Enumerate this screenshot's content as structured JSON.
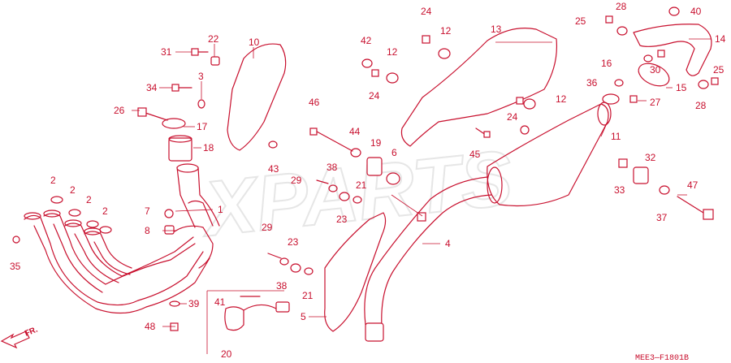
{
  "diagram": {
    "watermark": "XPARTS",
    "code": "MEE3—F1801B",
    "front_marker": "FR.",
    "callouts": [
      {
        "id": "c31",
        "label": "31"
      },
      {
        "id": "c22",
        "label": "22"
      },
      {
        "id": "c10",
        "label": "10"
      },
      {
        "id": "c34",
        "label": "34"
      },
      {
        "id": "c3",
        "label": "3"
      },
      {
        "id": "c26",
        "label": "26"
      },
      {
        "id": "c17",
        "label": "17"
      },
      {
        "id": "c18",
        "label": "18"
      },
      {
        "id": "c43",
        "label": "43"
      },
      {
        "id": "c2a",
        "label": "2"
      },
      {
        "id": "c2b",
        "label": "2"
      },
      {
        "id": "c2c",
        "label": "2"
      },
      {
        "id": "c2d",
        "label": "2"
      },
      {
        "id": "c7",
        "label": "7"
      },
      {
        "id": "c8",
        "label": "8"
      },
      {
        "id": "c1",
        "label": "1"
      },
      {
        "id": "c35",
        "label": "35"
      },
      {
        "id": "c39",
        "label": "39"
      },
      {
        "id": "c48",
        "label": "48"
      },
      {
        "id": "c41",
        "label": "41"
      },
      {
        "id": "c20",
        "label": "20"
      },
      {
        "id": "c46",
        "label": "46"
      },
      {
        "id": "c44",
        "label": "44"
      },
      {
        "id": "c19",
        "label": "19"
      },
      {
        "id": "c6",
        "label": "6"
      },
      {
        "id": "c29a",
        "label": "29"
      },
      {
        "id": "c38a",
        "label": "38"
      },
      {
        "id": "c21a",
        "label": "21"
      },
      {
        "id": "c23a",
        "label": "23"
      },
      {
        "id": "c29b",
        "label": "29"
      },
      {
        "id": "c23b",
        "label": "23"
      },
      {
        "id": "c38b",
        "label": "38"
      },
      {
        "id": "c21b",
        "label": "21"
      },
      {
        "id": "c5",
        "label": "5"
      },
      {
        "id": "c4",
        "label": "4"
      },
      {
        "id": "c42",
        "label": "42"
      },
      {
        "id": "c24a",
        "label": "24"
      },
      {
        "id": "c12a",
        "label": "12"
      },
      {
        "id": "c13",
        "label": "13"
      },
      {
        "id": "c12b",
        "label": "12"
      },
      {
        "id": "c24b",
        "label": "24"
      },
      {
        "id": "c45",
        "label": "45"
      },
      {
        "id": "c12c",
        "label": "12"
      },
      {
        "id": "c24c",
        "label": "24"
      },
      {
        "id": "c25a",
        "label": "25"
      },
      {
        "id": "c28a",
        "label": "28"
      },
      {
        "id": "c40",
        "label": "40"
      },
      {
        "id": "c14",
        "label": "14"
      },
      {
        "id": "c16",
        "label": "16"
      },
      {
        "id": "c30",
        "label": "30"
      },
      {
        "id": "c36",
        "label": "36"
      },
      {
        "id": "c15",
        "label": "15"
      },
      {
        "id": "c25b",
        "label": "25"
      },
      {
        "id": "c28b",
        "label": "28"
      },
      {
        "id": "c27",
        "label": "27"
      },
      {
        "id": "c11",
        "label": "11"
      },
      {
        "id": "c32",
        "label": "32"
      },
      {
        "id": "c33",
        "label": "33"
      },
      {
        "id": "c47",
        "label": "47"
      },
      {
        "id": "c37",
        "label": "37"
      }
    ]
  }
}
